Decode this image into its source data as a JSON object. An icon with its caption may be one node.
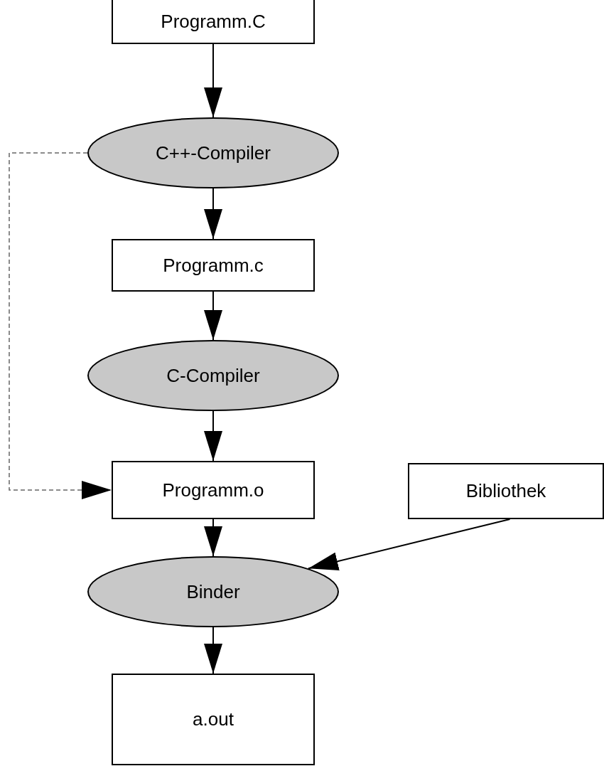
{
  "diagram": {
    "nodes": [
      {
        "text": [
          "Programm.C"
        ]
      },
      {
        "text": [
          "C++-Compiler"
        ]
      },
      {
        "text": [
          "Programm.c"
        ]
      },
      {
        "text": [
          "C-Compiler"
        ]
      },
      {
        "text": [
          "Programm.o"
        ]
      },
      {
        "text": [
          "Bibliothek"
        ]
      },
      {
        "text": [
          "Binder"
        ]
      },
      {
        "text": [
          "a.out"
        ]
      }
    ],
    "edges": [
      {
        "from": 0,
        "to": 1,
        "arrow": "to"
      },
      {
        "from": 1,
        "to": 2,
        "arrow": "to"
      },
      {
        "from": 2,
        "to": 3,
        "arrow": "to"
      },
      {
        "from": 3,
        "to": 4,
        "arrow": "to"
      },
      {
        "from": 1,
        "to": 4,
        "arrow": "to",
        "style": "dashed",
        "color": "#666666"
      },
      {
        "from": 4,
        "to": 6,
        "arrow": "to"
      },
      {
        "from": 5,
        "to": 6,
        "arrow": "to"
      },
      {
        "from": 6,
        "to": 7,
        "arrow": "to"
      }
    ]
  }
}
